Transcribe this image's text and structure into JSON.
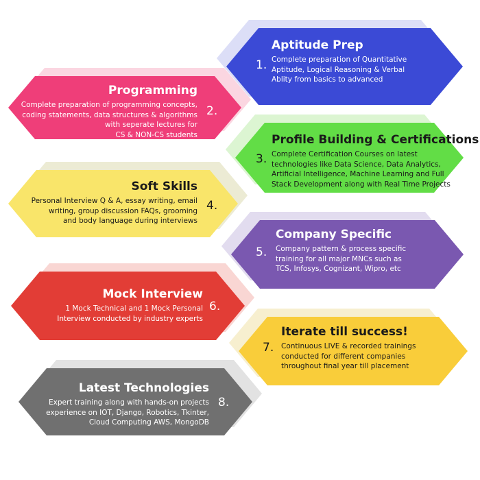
{
  "steps": [
    {
      "number": "1.",
      "title": "Aptitude Prep",
      "lines": [
        "Complete preparation of Quantitative",
        "Aptitude, Logical Reasoning & Verbal",
        "Ablity from basics to advanced"
      ],
      "color": "#3b4ad6",
      "shadow": "#dcdef7",
      "text_color": "#ffffff"
    },
    {
      "number": "2.",
      "title": "Programming",
      "lines": [
        "Complete preparation of programming concepts,",
        "coding statements, data structures & algorithms",
        "with seperate lectures for",
        "CS & NON-CS students"
      ],
      "color": "#ef3e79",
      "shadow": "#fbd6e1",
      "text_color": "#ffffff"
    },
    {
      "number": "3.",
      "title": "Profile Building & Certifications",
      "lines": [
        "Complete Certification Courses on latest",
        "technologies like Data Science, Data Analytics,",
        "Artificial Intelligence, Machine Learning and Full",
        "Stack Development along with Real Time Projects"
      ],
      "color": "#62dd46",
      "shadow": "#dcf5d2",
      "text_color": "#1a1a1a"
    },
    {
      "number": "4.",
      "title": "Soft Skills",
      "lines": [
        "Personal Interview Q & A, essay writing, email",
        "writing, group discussion FAQs, grooming",
        "and body language during interviews"
      ],
      "color": "#f9e56a",
      "shadow": "#ecebd4",
      "text_color": "#1a1a1a"
    },
    {
      "number": "5.",
      "title": "Company Specific",
      "lines": [
        "Company pattern & process specific",
        "training for all major MNCs such as",
        "TCS, Infosys, Cognizant, Wipro, etc"
      ],
      "color": "#7a58b0",
      "shadow": "#e2dcef",
      "text_color": "#ffffff"
    },
    {
      "number": "6.",
      "title": "Mock Interview",
      "lines": [
        "1 Mock Technical and 1 Mock Personal",
        "Interview conducted  by industry experts"
      ],
      "color": "#e23d36",
      "shadow": "#f9d6d3",
      "text_color": "#ffffff"
    },
    {
      "number": "7.",
      "title": "Iterate till success!",
      "lines": [
        "Continuous LIVE & recorded trainings",
        "conducted for different companies",
        "throughout final year till placement"
      ],
      "color": "#f9cd3a",
      "shadow": "#f7efcf",
      "text_color": "#1a1a1a"
    },
    {
      "number": "8.",
      "title": "Latest Technologies",
      "lines": [
        "Expert training along with hands-on projects",
        "experience  on IOT, Django, Robotics, Tkinter,",
        "Cloud Computing AWS, MongoDB"
      ],
      "color": "#707070",
      "shadow": "#e2e2e2",
      "text_color": "#ffffff"
    }
  ]
}
